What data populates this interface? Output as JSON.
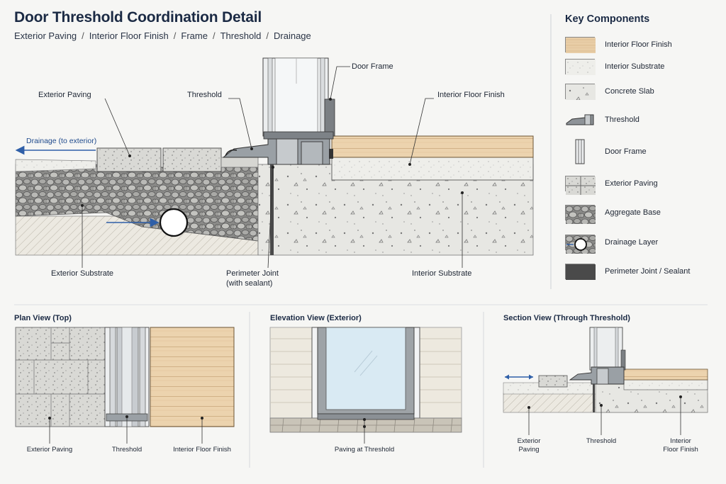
{
  "header": {
    "title": "Door Threshold Coordination Detail",
    "breadcrumbs": [
      "Exterior Paving",
      "Interior Floor Finish",
      "Frame",
      "Threshold",
      "Drainage"
    ],
    "separator": "/"
  },
  "main_detail": {
    "labels": {
      "exterior_paving": "Exterior Paving",
      "threshold": "Threshold",
      "door_frame": "Door Frame",
      "interior_floor_finish": "Interior Floor Finish",
      "drainage": "Drainage (to exterior)",
      "exterior_substrate": "Exterior Substrate",
      "perimeter_joint_line1": "Perimeter Joint",
      "perimeter_joint_line2": "(with sealant)",
      "interior_substrate": "Interior Substrate"
    }
  },
  "key": {
    "title": "Key Components",
    "items": [
      {
        "label": "Interior Floor Finish",
        "icon": "wood-swatch"
      },
      {
        "label": "Interior Substrate",
        "icon": "substrate-swatch"
      },
      {
        "label": "Concrete Slab",
        "icon": "concrete-swatch"
      },
      {
        "label": "Threshold",
        "icon": "threshold-swatch"
      },
      {
        "label": "Door Frame",
        "icon": "frame-swatch"
      },
      {
        "label": "Exterior Paving",
        "icon": "paving-swatch"
      },
      {
        "label": "Aggregate Base",
        "icon": "aggregate-swatch"
      },
      {
        "label": "Drainage Layer",
        "icon": "drainage-swatch"
      },
      {
        "label": "Perimeter Joint / Sealant",
        "icon": "sealant-swatch"
      }
    ]
  },
  "plan_view": {
    "title": "Plan View (Top)",
    "labels": [
      "Exterior Paving",
      "Threshold",
      "Interior Floor Finish"
    ]
  },
  "elevation_view": {
    "title": "Elevation View (Exterior)",
    "labels": [
      "Paving at Threshold"
    ]
  },
  "section_view": {
    "title": "Section View (Through Threshold)",
    "labels": [
      {
        "line1": "Exterior",
        "line2": "Paving"
      },
      {
        "line1": "Threshold",
        "line2": ""
      },
      {
        "line1": "Interior",
        "line2": "Floor Finish"
      }
    ]
  },
  "colors": {
    "title": "#1b2a44",
    "drainage_arrow": "#2f5fa8",
    "wood": "#e9cfa8",
    "concrete": "#e6e6e2",
    "sealant": "#4a4a4a"
  }
}
